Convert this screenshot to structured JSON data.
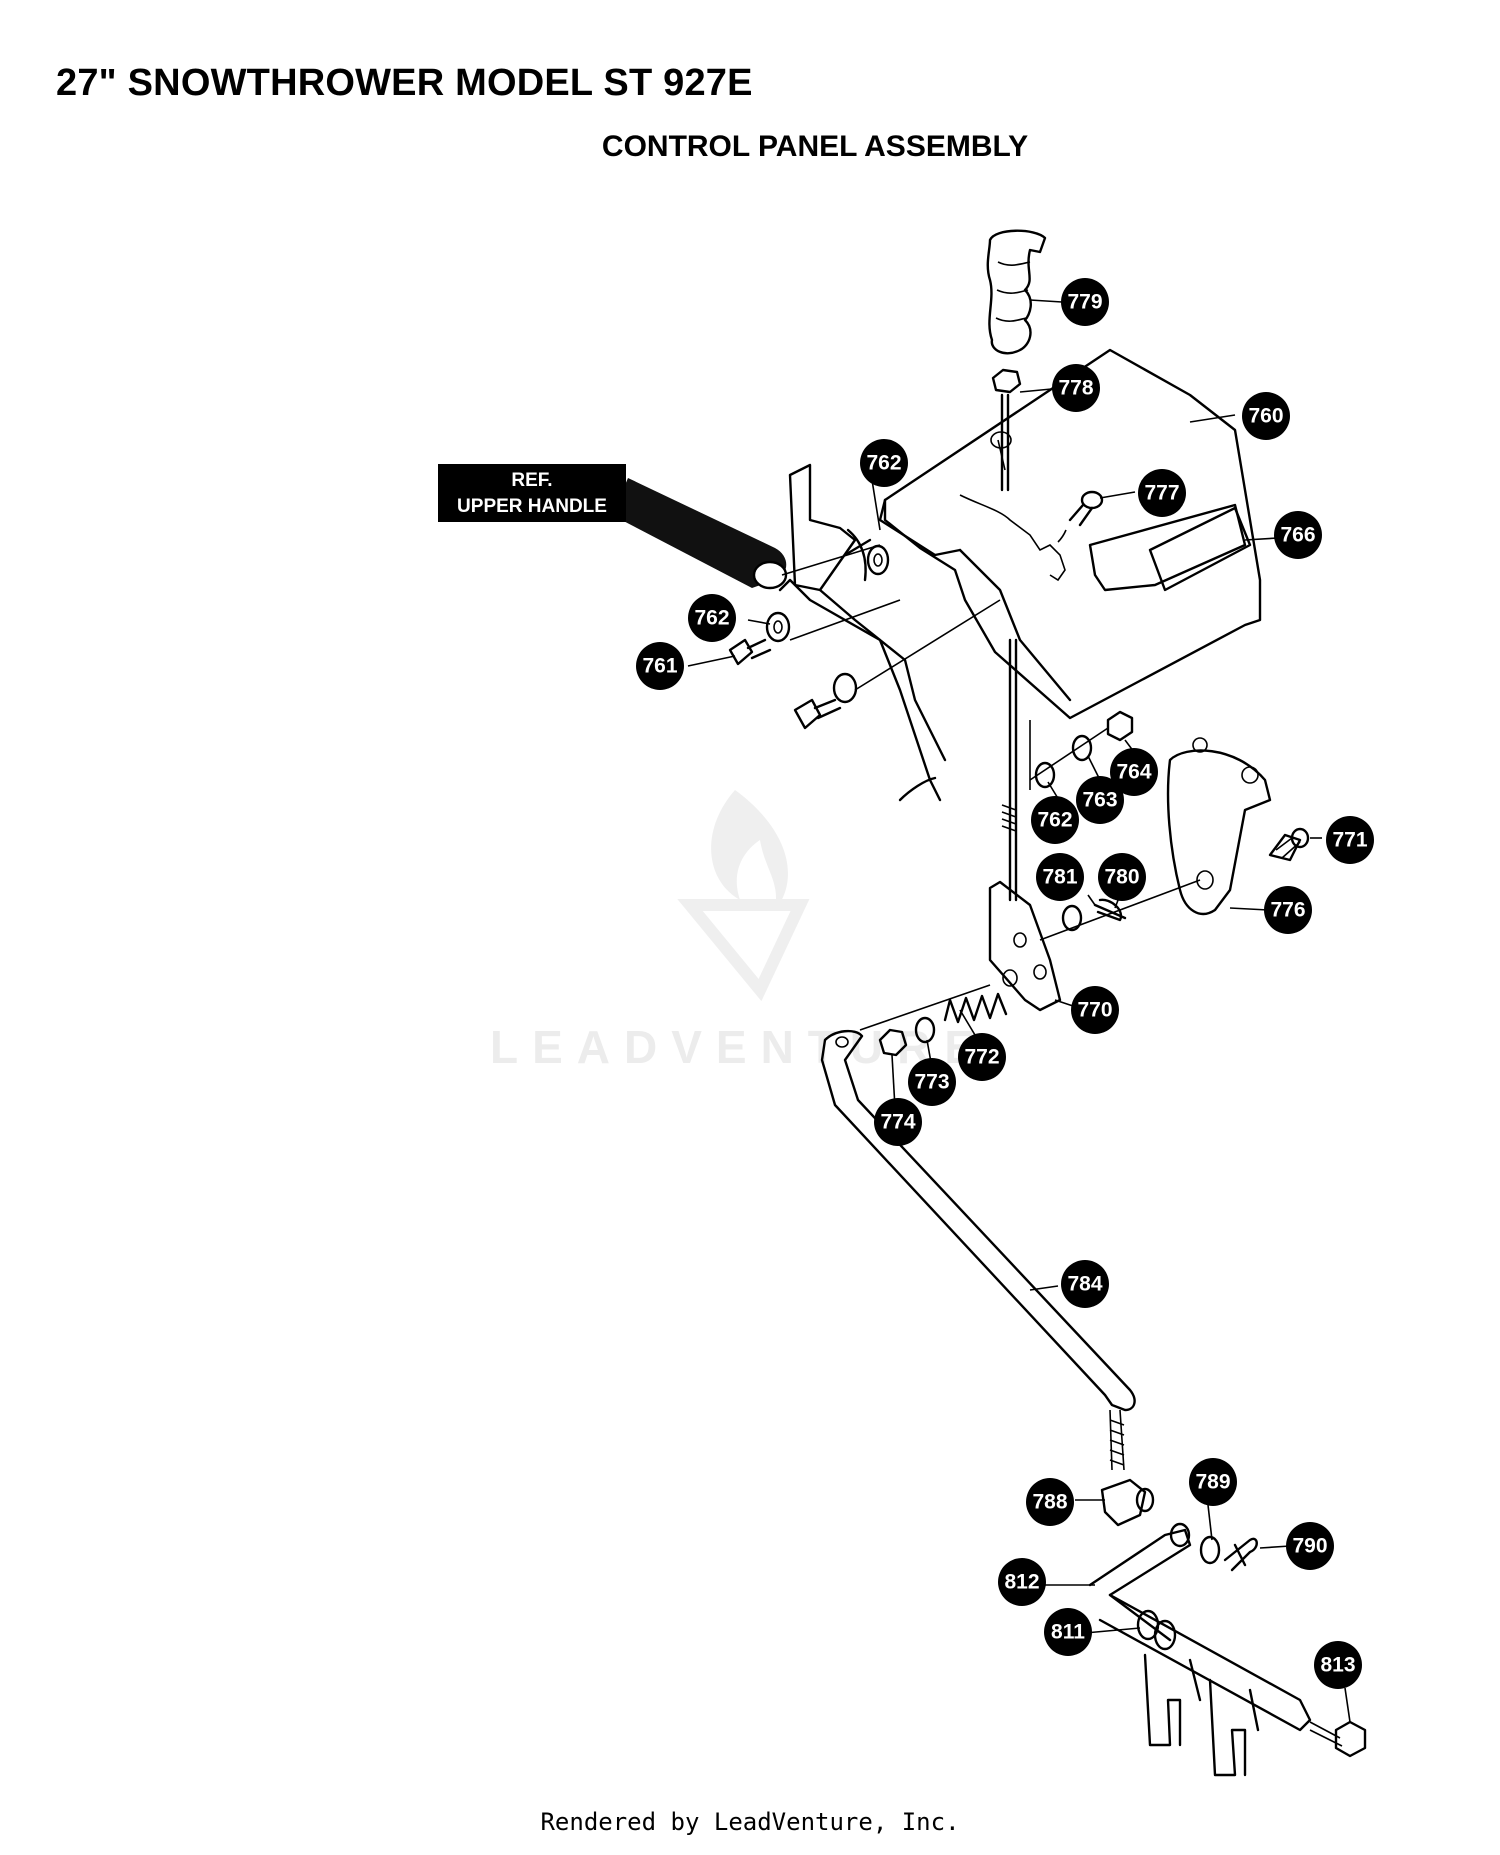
{
  "header": {
    "title": "27\" SNOWTHROWER MODEL ST 927E",
    "subtitle": "CONTROL PANEL ASSEMBLY"
  },
  "reference": {
    "line1": "REF.",
    "line2": "UPPER HANDLE"
  },
  "watermark": "LEADVENTURE",
  "callouts": {
    "c779": "779",
    "c778": "778",
    "c760": "760",
    "c762a": "762",
    "c777": "777",
    "c766": "766",
    "c762b": "762",
    "c761": "761",
    "c764": "764",
    "c763": "763",
    "c762c": "762",
    "c771": "771",
    "c781": "781",
    "c780": "780",
    "c776": "776",
    "c770": "770",
    "c772": "772",
    "c773": "773",
    "c774": "774",
    "c784": "784",
    "c789": "789",
    "c788": "788",
    "c790": "790",
    "c812": "812",
    "c811": "811",
    "c813": "813"
  },
  "footer": "Rendered by LeadVenture, Inc."
}
